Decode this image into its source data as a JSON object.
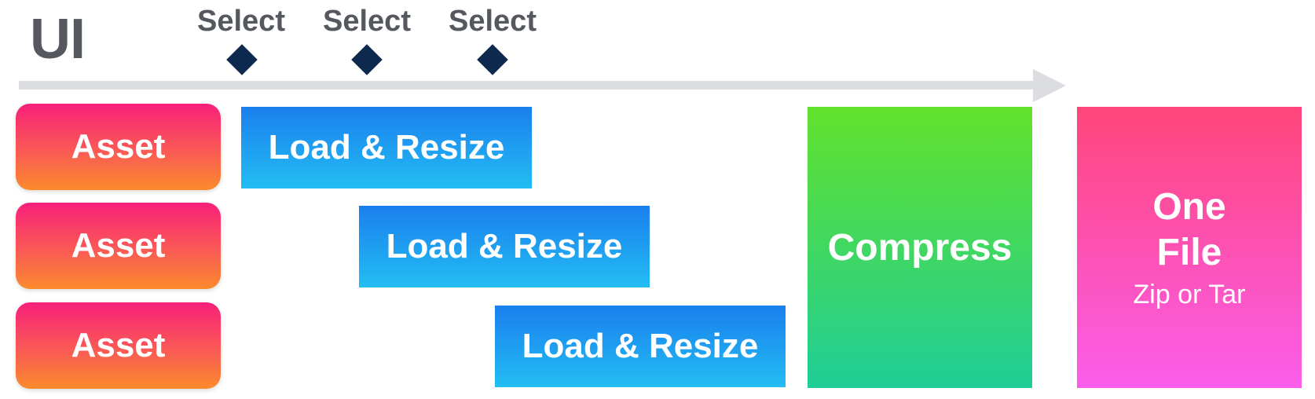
{
  "title": "UI",
  "select_markers": [
    {
      "label": "Select"
    },
    {
      "label": "Select"
    },
    {
      "label": "Select"
    }
  ],
  "assets": [
    {
      "label": "Asset"
    },
    {
      "label": "Asset"
    },
    {
      "label": "Asset"
    }
  ],
  "load_steps": [
    {
      "label": "Load & Resize"
    },
    {
      "label": "Load & Resize"
    },
    {
      "label": "Load & Resize"
    }
  ],
  "compress": {
    "label": "Compress"
  },
  "output": {
    "line1": "One",
    "line2": "File",
    "subtitle": "Zip or Tar"
  },
  "colors": {
    "marker": "#0d2a4e",
    "asset_gradient": [
      "#f7207a",
      "#fb8a2c"
    ],
    "load_gradient": [
      "#1a7fee",
      "#23bdf3"
    ],
    "compress_gradient": [
      "#62e22c",
      "#1fcd97"
    ],
    "output_gradient": [
      "#ff457a",
      "#fb5eeb"
    ],
    "timeline": "#dcdde0",
    "label_text": "#55595f"
  }
}
